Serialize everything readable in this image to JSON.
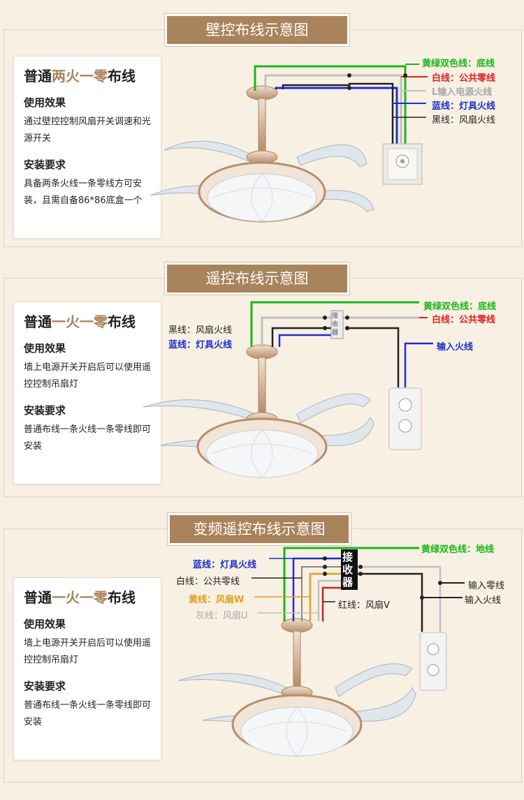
{
  "sections": [
    {
      "title": "壁控布线示意图",
      "card": {
        "title_prefix": "普通",
        "title_highlight": "两火一零",
        "title_suffix": "布线",
        "effect_heading": "使用效果",
        "effect_text": "通过壁控控制风扇开关调速和光源开关",
        "req_heading": "安装要求",
        "req_text": "具备两条火线一条零线方可安装，且需自备86*86底盒一个"
      },
      "wires": [
        {
          "label": "黄绿双色线：底线",
          "color": "#1ab71a"
        },
        {
          "label": "白线：公共零线",
          "color": "#e02020"
        },
        {
          "label": "L输入电源火线",
          "color": "#a8a8a8"
        },
        {
          "label": "蓝线：灯具火线",
          "color": "#1c2fd0"
        },
        {
          "label": "黑线：风扇火线",
          "color": "#222222"
        }
      ]
    },
    {
      "title": "遥控布线示意图",
      "card": {
        "title_prefix": "普通",
        "title_highlight": "一火一零",
        "title_suffix": "布线",
        "effect_heading": "使用效果",
        "effect_text": "墙上电源开关开启后可以使用遥控控制吊扇灯",
        "req_heading": "安装要求",
        "req_text": "普通布线一条火线一条零线即可安装"
      },
      "receiver": "接收器",
      "wires": [
        {
          "label": "黄绿双色线：底线",
          "color": "#1ab71a"
        },
        {
          "label": "白线：公共零线",
          "color": "#e02020"
        },
        {
          "label": "黑线：风扇火线",
          "color": "#222222"
        },
        {
          "label": "蓝线：灯具火线",
          "color": "#1c2fd0"
        },
        {
          "label": "输入火线",
          "color": "#1c2fd0"
        }
      ]
    },
    {
      "title": "变频遥控布线示意图",
      "card": {
        "title_prefix": "普通",
        "title_highlight": "一火一零",
        "title_suffix": "布线",
        "effect_heading": "使用效果",
        "effect_text": "墙上电源开关开启后可以使用遥控控制吊扇灯",
        "req_heading": "安装要求",
        "req_text": "普通布线一条火线一条零线即可安装"
      },
      "receiver": "接收器",
      "wires": [
        {
          "label": "黄绿双色线：地线",
          "color": "#1ab71a"
        },
        {
          "label": "蓝线：灯具火线",
          "color": "#1c2fd0"
        },
        {
          "label": "白线：公共零线",
          "color": "#222222"
        },
        {
          "label": "黄线：风扇W",
          "color": "#e0a020"
        },
        {
          "label": "灰线：风扇U",
          "color": "#a8a8a8"
        },
        {
          "label": "红线：风扇V",
          "color": "#222222"
        },
        {
          "label": "输入零线",
          "color": "#222222"
        },
        {
          "label": "输入火线",
          "color": "#222222"
        }
      ]
    }
  ],
  "icons": {
    "fan": "ceiling-fan-light-icon",
    "wall_switch": "wall-switch-icon",
    "remote": "remote-control-icon"
  }
}
